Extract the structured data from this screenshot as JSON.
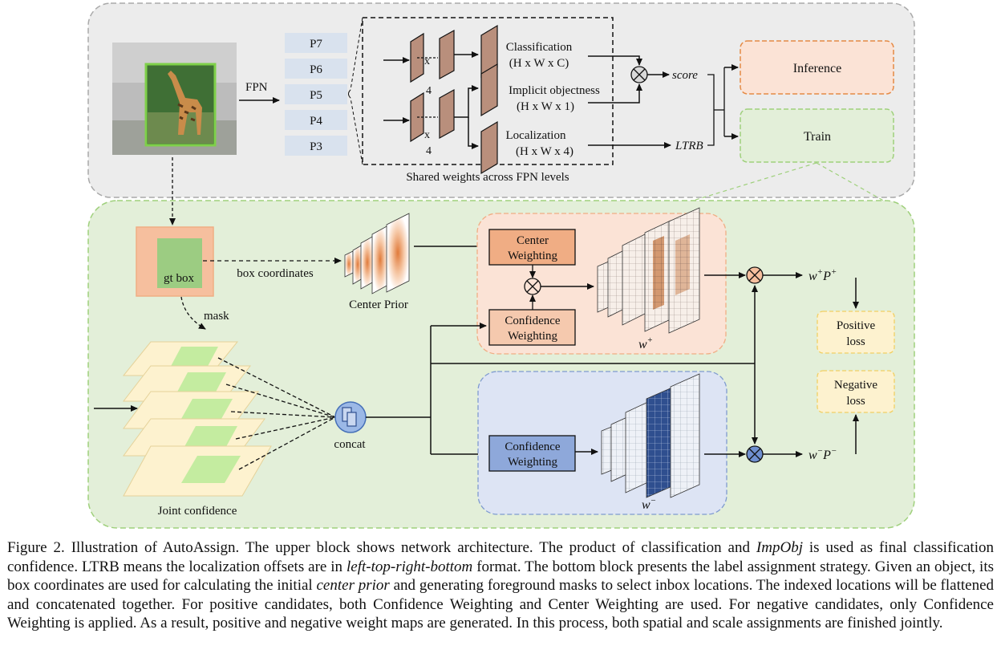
{
  "top": {
    "fpn_label": "FPN",
    "levels": [
      "P7",
      "P6",
      "P5",
      "P4",
      "P3"
    ],
    "x_label": "x",
    "four_label": "4",
    "heads": [
      {
        "name": "Classification",
        "dims": "(H x W x C)"
      },
      {
        "name": "Implicit objectness",
        "dims": "(H x W x 1)"
      },
      {
        "name": "Localization",
        "dims": "(H x W x 4)"
      }
    ],
    "shared_label": "Shared weights across FPN levels",
    "score_label": "score",
    "ltrb_label": "LTRB",
    "inference_label": "Inference",
    "train_label": "Train"
  },
  "bottom": {
    "gt_box_label": "gt box",
    "box_coordinates_label": "box coordinates",
    "mask_label": "mask",
    "center_prior_label": "Center Prior",
    "center_weighting_label": [
      "Center",
      "Weighting"
    ],
    "confidence_weighting_label": [
      "Confidence",
      "Weighting"
    ],
    "neg_confidence_weighting_label": [
      "Confidence",
      "Weighting"
    ],
    "w_plus_label": "w",
    "w_minus_label": "w",
    "wp_label": "w",
    "wn_label": "w",
    "positive_loss_label": [
      "Positive",
      "loss"
    ],
    "negative_loss_label": [
      "Negative",
      "loss"
    ],
    "concat_label": "concat",
    "joint_confidence_label": "Joint confidence"
  },
  "caption": {
    "t1": "Figure 2. Illustration of AutoAssign. The upper block shows network architecture. The product of classification and ",
    "i1": "ImpObj",
    "t2": " is used as final classification confidence. LTRB means the localization offsets are in ",
    "i2": "left-top-right-bottom",
    "t3": " format. The bottom block presents the label assignment strategy. Given an object, its box coordinates are used for calculating the initial ",
    "i3": "center prior",
    "t4": " and generating foreground masks to select inbox locations. The indexed locations will be flattened and concatenated together. For positive candidates, both Confidence Weighting and Center Weighting are used. For negative candidates, only Confidence Weighting is applied. As a result, positive and negative weight maps are generated. In this process, both spatial and scale assignments are finished jointly."
  },
  "colors": {
    "top_panel": "#ececec",
    "bottom_panel": "#e3efd9",
    "pos_panel": "#fbe3d6",
    "neg_panel": "#dde4f4",
    "center_box": "#f0ad84",
    "conf_box": "#f5c9ae",
    "neg_conf_box": "#8ea8da",
    "fm_block": "#b98f7c",
    "level_box": "#d9e2ee",
    "inference": "#fbe3d6",
    "train": "#e3efd9",
    "loss_box": "#fdf2cf"
  }
}
